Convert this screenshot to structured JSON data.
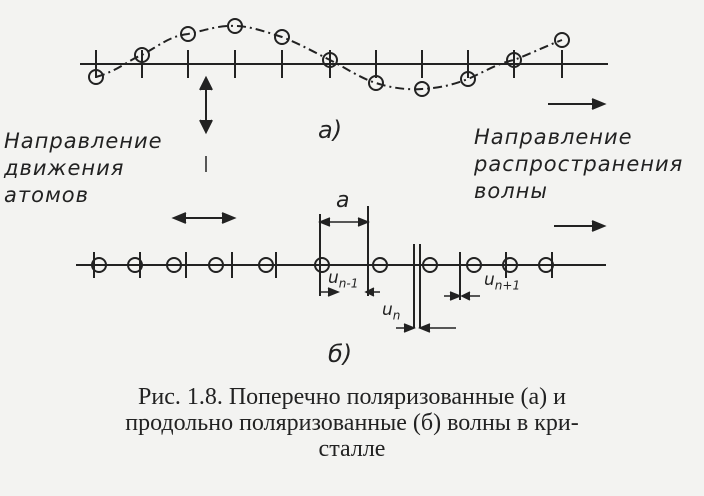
{
  "diagram": {
    "label_a": "а)",
    "label_b": "б)",
    "direction_atoms": [
      "Направление",
      "движения",
      "атомов"
    ],
    "direction_wave": [
      "Направление",
      "распространения",
      "волны"
    ],
    "spacing_label": "a",
    "displacements": {
      "prev": "u",
      "prev_sub": "n-1",
      "curr": "u",
      "curr_sub": "n",
      "next": "u",
      "next_sub": "n+1"
    }
  },
  "caption": {
    "line1": "Рис. 1.8. Поперечно поляризованные (а) и",
    "line2": "продольно поляризованные (б) волны в кри-",
    "line3": "сталле"
  }
}
